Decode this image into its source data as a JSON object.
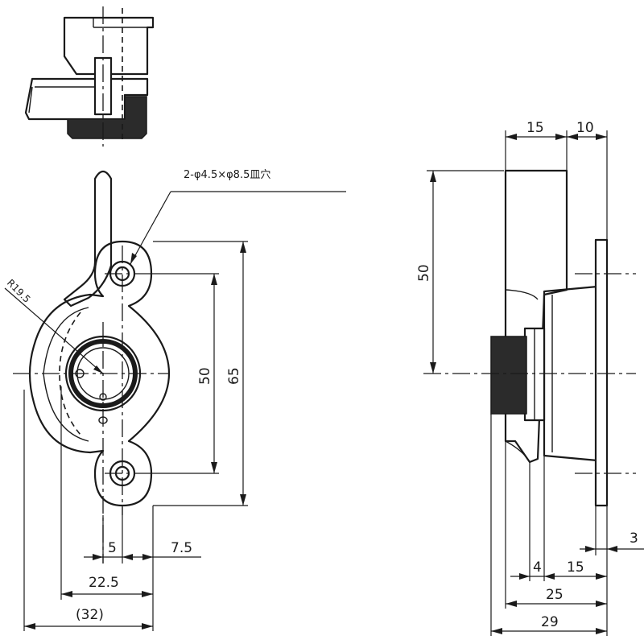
{
  "callouts": {
    "holes": "2-φ4.5×φ8.5皿穴",
    "radius": "R19.5"
  },
  "dimensions": {
    "front_hole_pitch": "50",
    "front_overall_height": "65",
    "front_offset_5": "5",
    "front_offset_7_5": "7.5",
    "front_width_22_5": "22.5",
    "front_width_32_ref": "(32)",
    "side_top_15": "15",
    "side_top_10": "10",
    "side_height_50": "50",
    "side_3": "3",
    "side_4": "4",
    "side_15": "15",
    "side_25": "25",
    "side_29": "29"
  }
}
